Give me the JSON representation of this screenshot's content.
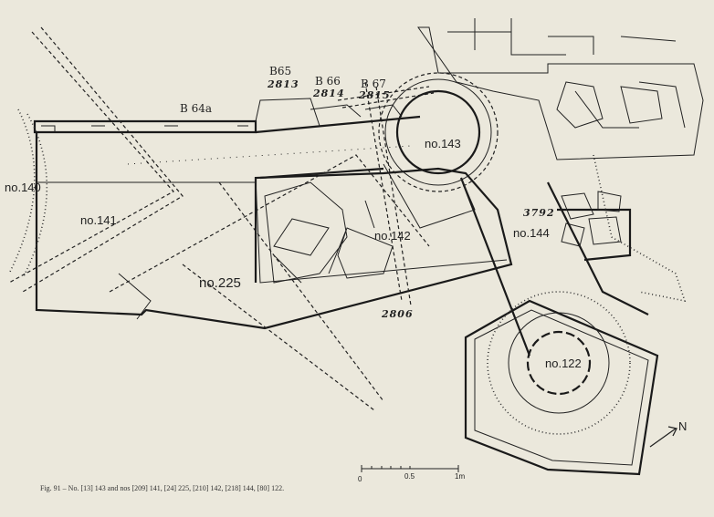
{
  "labels": {
    "b64a": "B 64a",
    "b65": "B65",
    "b65_num": "2813",
    "b66": "B 66",
    "b66_num": "2814",
    "b67": "B 67",
    "b67_num": "2815",
    "no140": "no.140",
    "no141": "no.141",
    "no143": "no.143",
    "no142": "no.142",
    "no144": "no.144",
    "n3792": "3792",
    "no225": "no.225",
    "n2806": "2806",
    "no122": "no.122"
  },
  "north_arrow": "N",
  "scale_bar": {
    "ticks": [
      "0",
      "0.5",
      "1m"
    ]
  },
  "caption": "Fig. 91 – No. [13] 143 and nos [209] 141, [24] 225, [210] 142, [218] 144, [80] 122."
}
